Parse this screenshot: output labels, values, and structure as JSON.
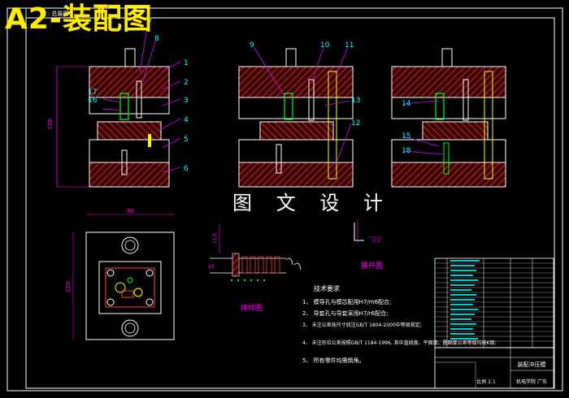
{
  "overlay_title": "A2-装配图",
  "watermark": "图 文 设 计",
  "header_stamp": "注 : 总装图",
  "part_callouts": [
    "1",
    "2",
    "3",
    "4",
    "5",
    "6",
    "7",
    "8",
    "9",
    "10",
    "11",
    "12",
    "13",
    "14",
    "15",
    "16",
    "17",
    "18"
  ],
  "dimension_labels": {
    "height_left": "138",
    "width_top": "90",
    "height_plan": "120"
  },
  "strip_layout": {
    "label": "排样图",
    "dim_vertical": "11.5",
    "dim_side": "28",
    "title": "展开图",
    "dim_small": "0.5"
  },
  "notes": {
    "heading": "技术要求",
    "items": [
      "1、 模导孔与模芯配用H7/m6配合;",
      "2、 导套孔与导套采用H7/r6配合;",
      "3、 未注公差按尺寸线注GB/T 1804-2000中等级规定;",
      "4、 未注形位公差按照GB/T 1184-1996, 其中直线度、平面度、圆跳度公差等级均按K级;",
      "5、 所有零件均需倒角。"
    ]
  },
  "title_block": {
    "scale_label": "比例 1:1",
    "drawing_name": "装配冲压模",
    "school": "机电学院  广东"
  },
  "colors": {
    "plate": "#ff3b3b",
    "outline": "#ffffff",
    "callout": "#00ffff",
    "leader": "#d400ff",
    "dimension": "#ff00ff",
    "part_green": "#00ff00",
    "part_yellow": "#ffff00",
    "title": "#ffeb00"
  }
}
